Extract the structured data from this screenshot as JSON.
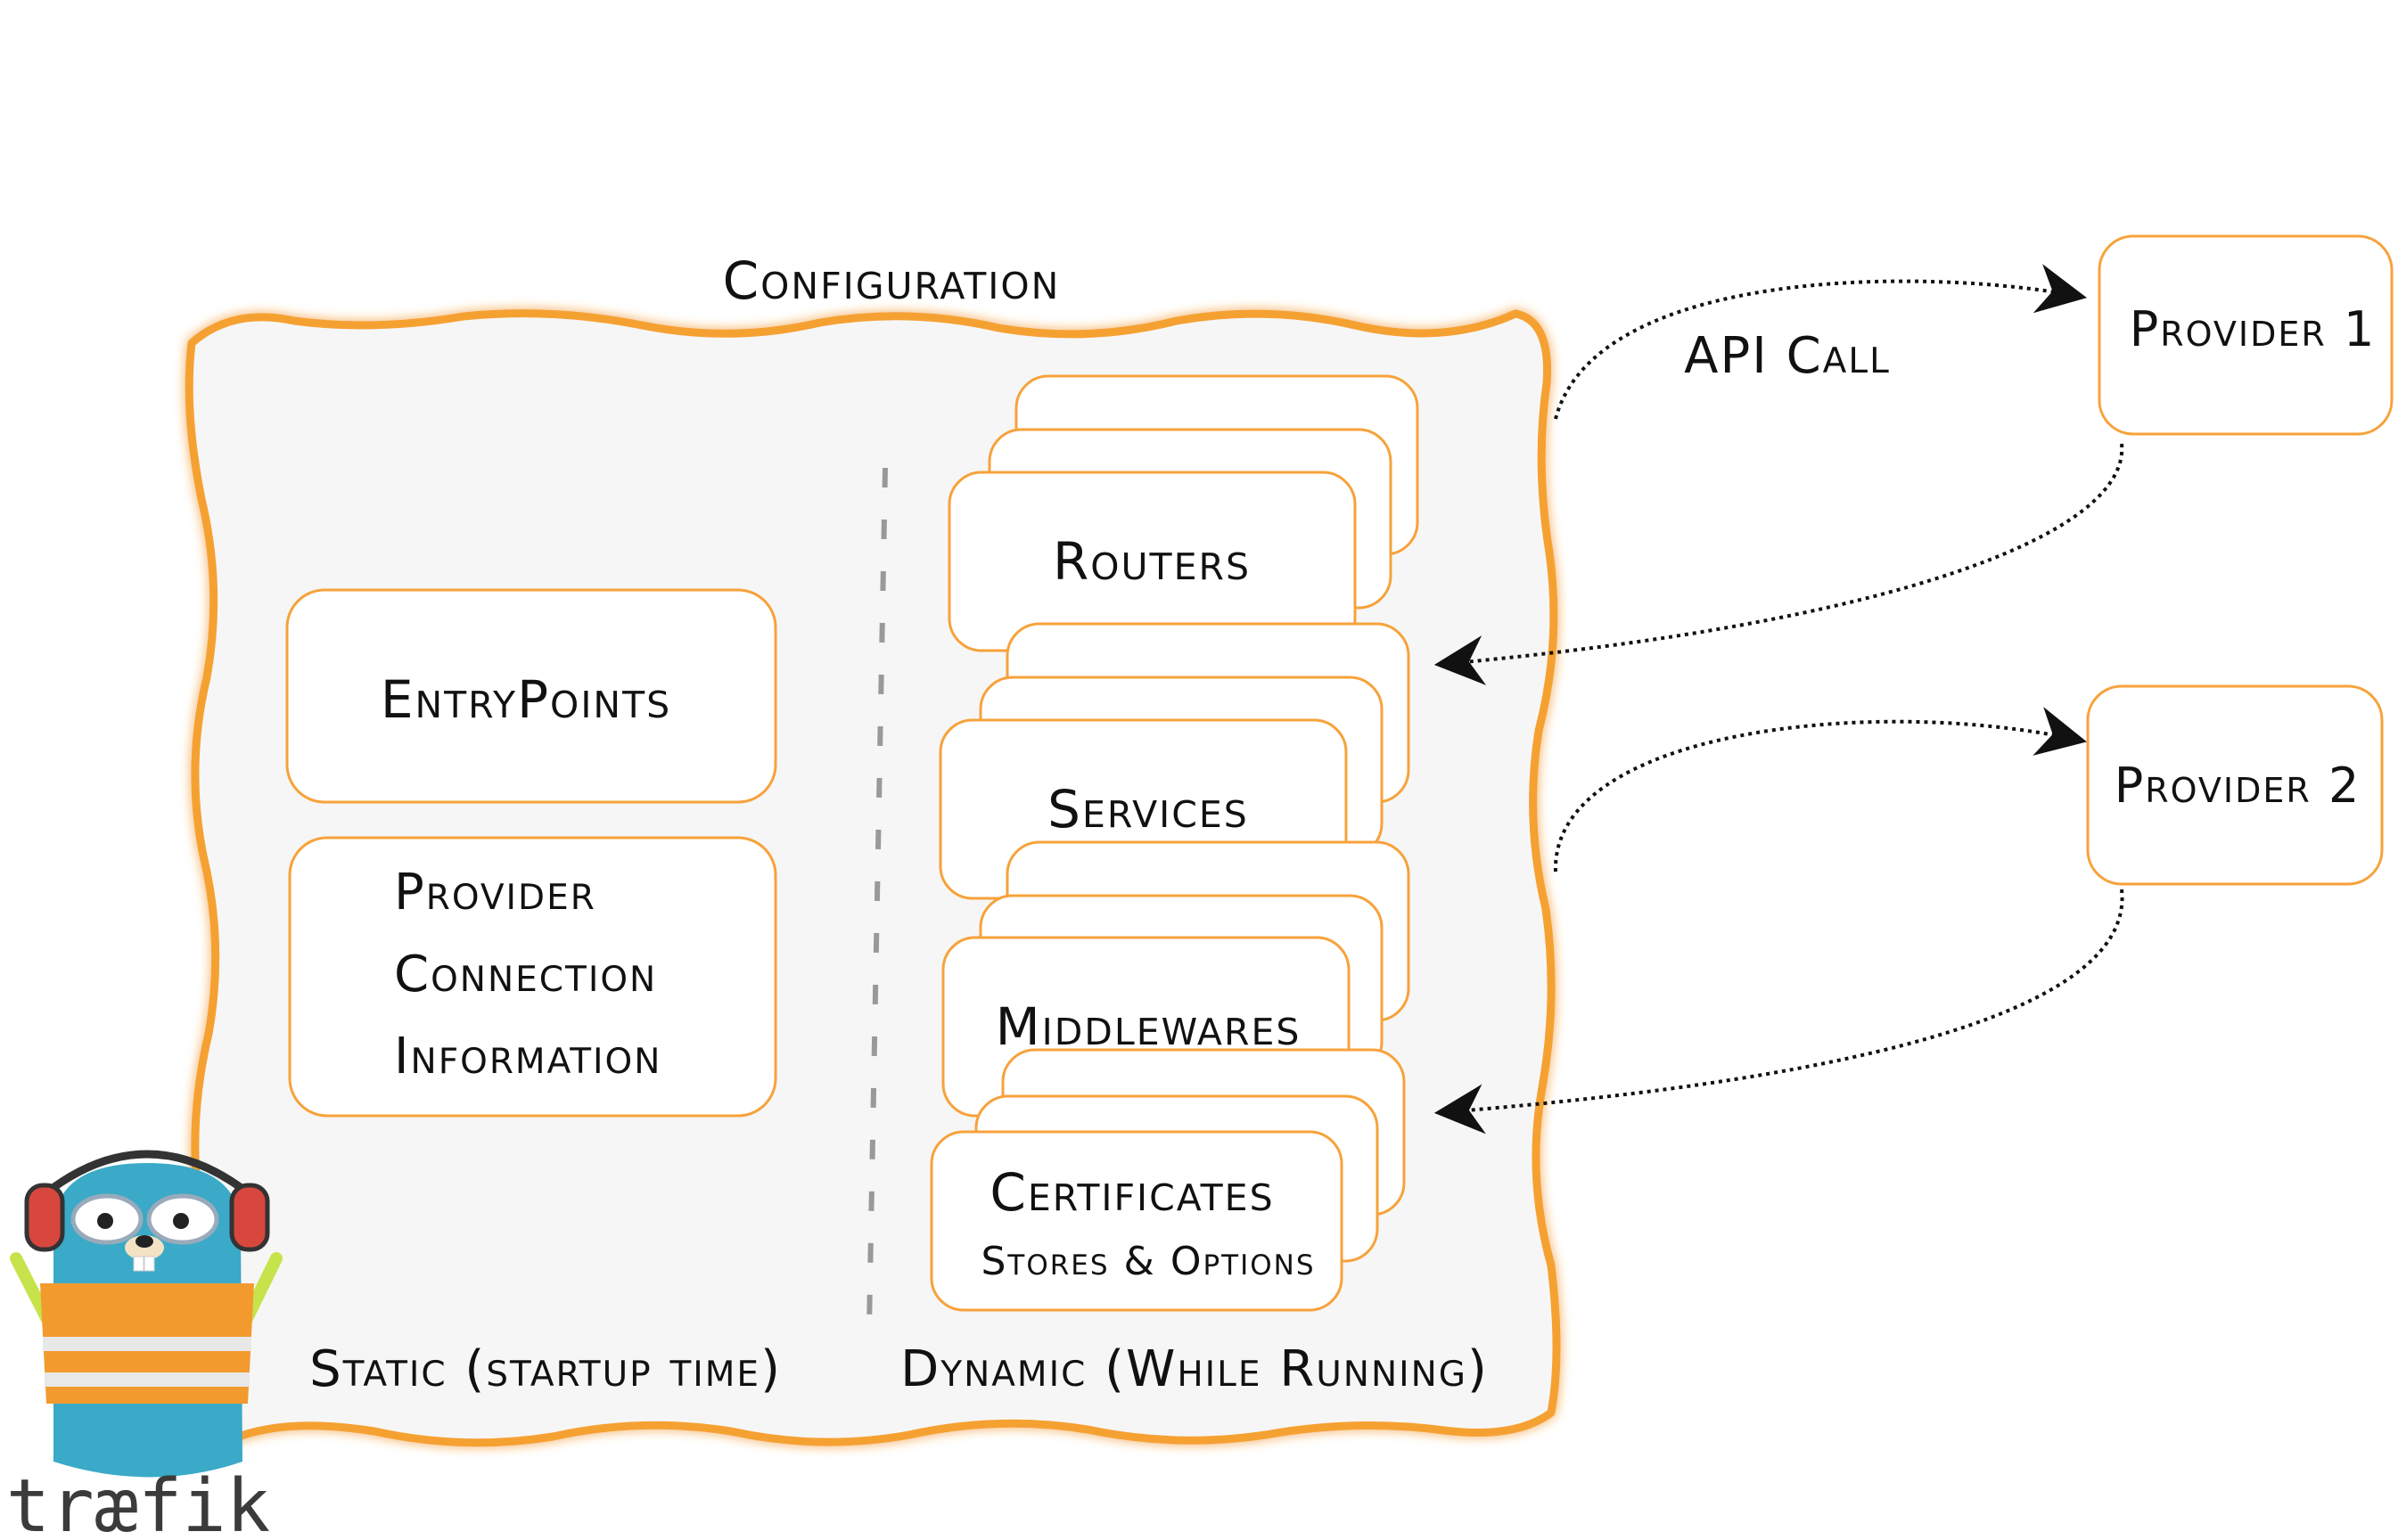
{
  "configuration_title": "Configuration",
  "api_call_label": "API Call",
  "static": {
    "entrypoints_label": "EntryPoints",
    "provider_conn_lines": [
      "Provider",
      "Connection",
      "Information"
    ],
    "footer_label": "Static (startup time)"
  },
  "dynamic": {
    "routers_label": "Routers",
    "services_label": "Services",
    "middlewares_label": "Middlewares",
    "certificates_label": "Certificates",
    "certificates_sub": "Stores & Options",
    "footer_label": "Dynamic (While Running)"
  },
  "providers": [
    {
      "label": "Provider 1"
    },
    {
      "label": "Provider 2"
    }
  ],
  "logo_text": "træfik",
  "colors": {
    "accent_orange": "#F5A132",
    "box_stroke": "#F7A23B",
    "panel_fill": "#F6F6F6",
    "text": "#111111",
    "gopher_blue": "#3AAAC8",
    "vest_orange": "#F29A2E",
    "logo_text": "#3B3B3B"
  }
}
